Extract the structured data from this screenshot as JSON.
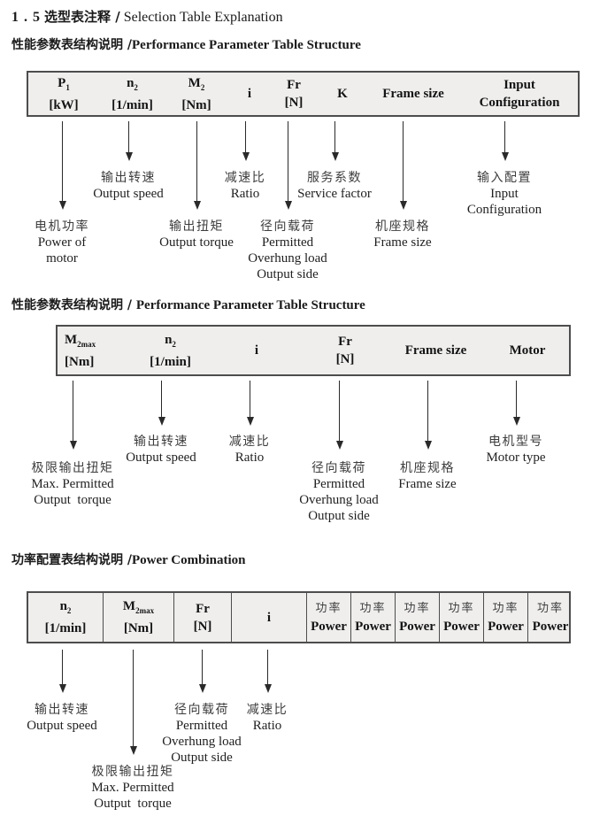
{
  "page_title": {
    "num": "1 . 5",
    "zh": "选型表注释 /",
    "en": "Selection Table Explanation"
  },
  "sections": [
    {
      "heading": {
        "zh": "性能参数表结构说明 /",
        "en": "Performance Parameter Table Structure"
      },
      "table": {
        "columns": [
          {
            "sym": "P",
            "sub": "1",
            "line2": "[kW]"
          },
          {
            "sym": "n",
            "sub": "2",
            "line2": "[1/min]"
          },
          {
            "sym": "M",
            "sub": "2",
            "line2": "[Nm]"
          },
          {
            "sym": "i"
          },
          {
            "sym": "Fr",
            "line2": "[N]"
          },
          {
            "sym": "K"
          },
          {
            "sym": "Frame size"
          },
          {
            "sym": "Input",
            "line2": "Configuration"
          }
        ]
      },
      "labels": [
        {
          "lines": [
            "电机功率",
            "Power of",
            "motor"
          ]
        },
        {
          "lines": [
            "输出转速",
            "Output speed"
          ]
        },
        {
          "lines": [
            "输出扭矩",
            "Output torque"
          ]
        },
        {
          "lines": [
            "减速比",
            "Ratio"
          ]
        },
        {
          "lines": [
            "径向载荷",
            "Permitted",
            "Overhung load",
            "Output side"
          ]
        },
        {
          "lines": [
            "服务系数",
            "Service factor"
          ]
        },
        {
          "lines": [
            "机座规格",
            "Frame size"
          ]
        },
        {
          "lines": [
            "输入配置",
            "Input",
            "Configuration"
          ]
        }
      ]
    },
    {
      "heading": {
        "zh": "性能参数表结构说明 / ",
        "en": "Performance Parameter Table Structure"
      },
      "table": {
        "columns": [
          {
            "sym": "M",
            "sub": "2max",
            "line2": "[Nm]"
          },
          {
            "sym": "n",
            "sub": "2",
            "line2": "[1/min]"
          },
          {
            "sym": "i"
          },
          {
            "sym": "Fr",
            "line2": "[N]"
          },
          {
            "sym": "Frame size"
          },
          {
            "sym": "Motor"
          }
        ]
      },
      "labels": [
        {
          "lines": [
            "极限输出扭矩",
            "Max. Permitted",
            "Output  torque"
          ]
        },
        {
          "lines": [
            "输出转速",
            "Output speed"
          ]
        },
        {
          "lines": [
            "减速比",
            "Ratio"
          ]
        },
        {
          "lines": [
            "径向载荷",
            "Permitted",
            "Overhung load",
            "Output side"
          ]
        },
        {
          "lines": [
            "机座规格",
            "Frame size"
          ]
        },
        {
          "lines": [
            "电机型号",
            "Motor type"
          ]
        }
      ]
    },
    {
      "heading": {
        "zh": "功率配置表结构说明 /",
        "en": "Power Combination"
      },
      "table": {
        "columns": [
          {
            "sym": "n",
            "sub": "2",
            "line2": "[1/min]"
          },
          {
            "sym": "M",
            "sub": "2max",
            "line2": "[Nm]"
          },
          {
            "sym": "Fr",
            "line2": "[N]"
          },
          {
            "sym": "i"
          },
          {
            "zh": "功率",
            "line2": "Power"
          },
          {
            "zh": "功率",
            "line2": "Power"
          },
          {
            "zh": "功率",
            "line2": "Power"
          },
          {
            "zh": "功率",
            "line2": "Power"
          },
          {
            "zh": "功率",
            "line2": "Power"
          },
          {
            "zh": "功率",
            "line2": "Power"
          }
        ]
      },
      "labels": [
        {
          "lines": [
            "输出转速",
            "Output speed"
          ]
        },
        {
          "lines": [
            "极限输出扭矩",
            "Max. Permitted",
            "Output  torque"
          ]
        },
        {
          "lines": [
            "径向载荷",
            "Permitted",
            "Overhung load",
            "Output side"
          ]
        },
        {
          "lines": [
            "减速比",
            "Ratio"
          ]
        }
      ]
    }
  ]
}
